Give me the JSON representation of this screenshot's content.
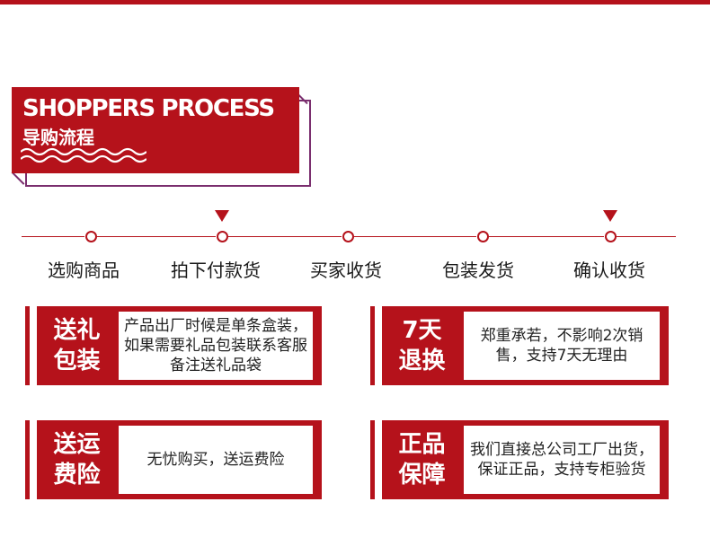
{
  "header": {
    "title_en": "SHOPPERS PROCESS",
    "title_cn": "导购流程"
  },
  "process": {
    "steps": [
      {
        "label": "选购商品",
        "marked": false
      },
      {
        "label": "拍下付款货",
        "marked": true
      },
      {
        "label": "买家收货",
        "marked": false
      },
      {
        "label": "包装发货",
        "marked": false
      },
      {
        "label": "确认收货",
        "marked": true
      }
    ]
  },
  "cards": [
    {
      "title_line1": "送礼",
      "title_line2": "包装",
      "text": "产品出厂时候是单条盒装，如果需要礼品包装联系客服备注送礼品袋"
    },
    {
      "title_line1": "7天",
      "title_line2": "退换",
      "text": "郑重承若，不影响2次销售，支持7天无理由"
    },
    {
      "title_line1": "送运",
      "title_line2": "费险",
      "text": "无忧购买，送运费险"
    },
    {
      "title_line1": "正品",
      "title_line2": "保障",
      "text": "我们直接总公司工厂出货，保证正品，支持专柜验货"
    }
  ],
  "colors": {
    "accent": "#b5121b",
    "outline": "#7a2e6e",
    "background": "#ffffff"
  }
}
